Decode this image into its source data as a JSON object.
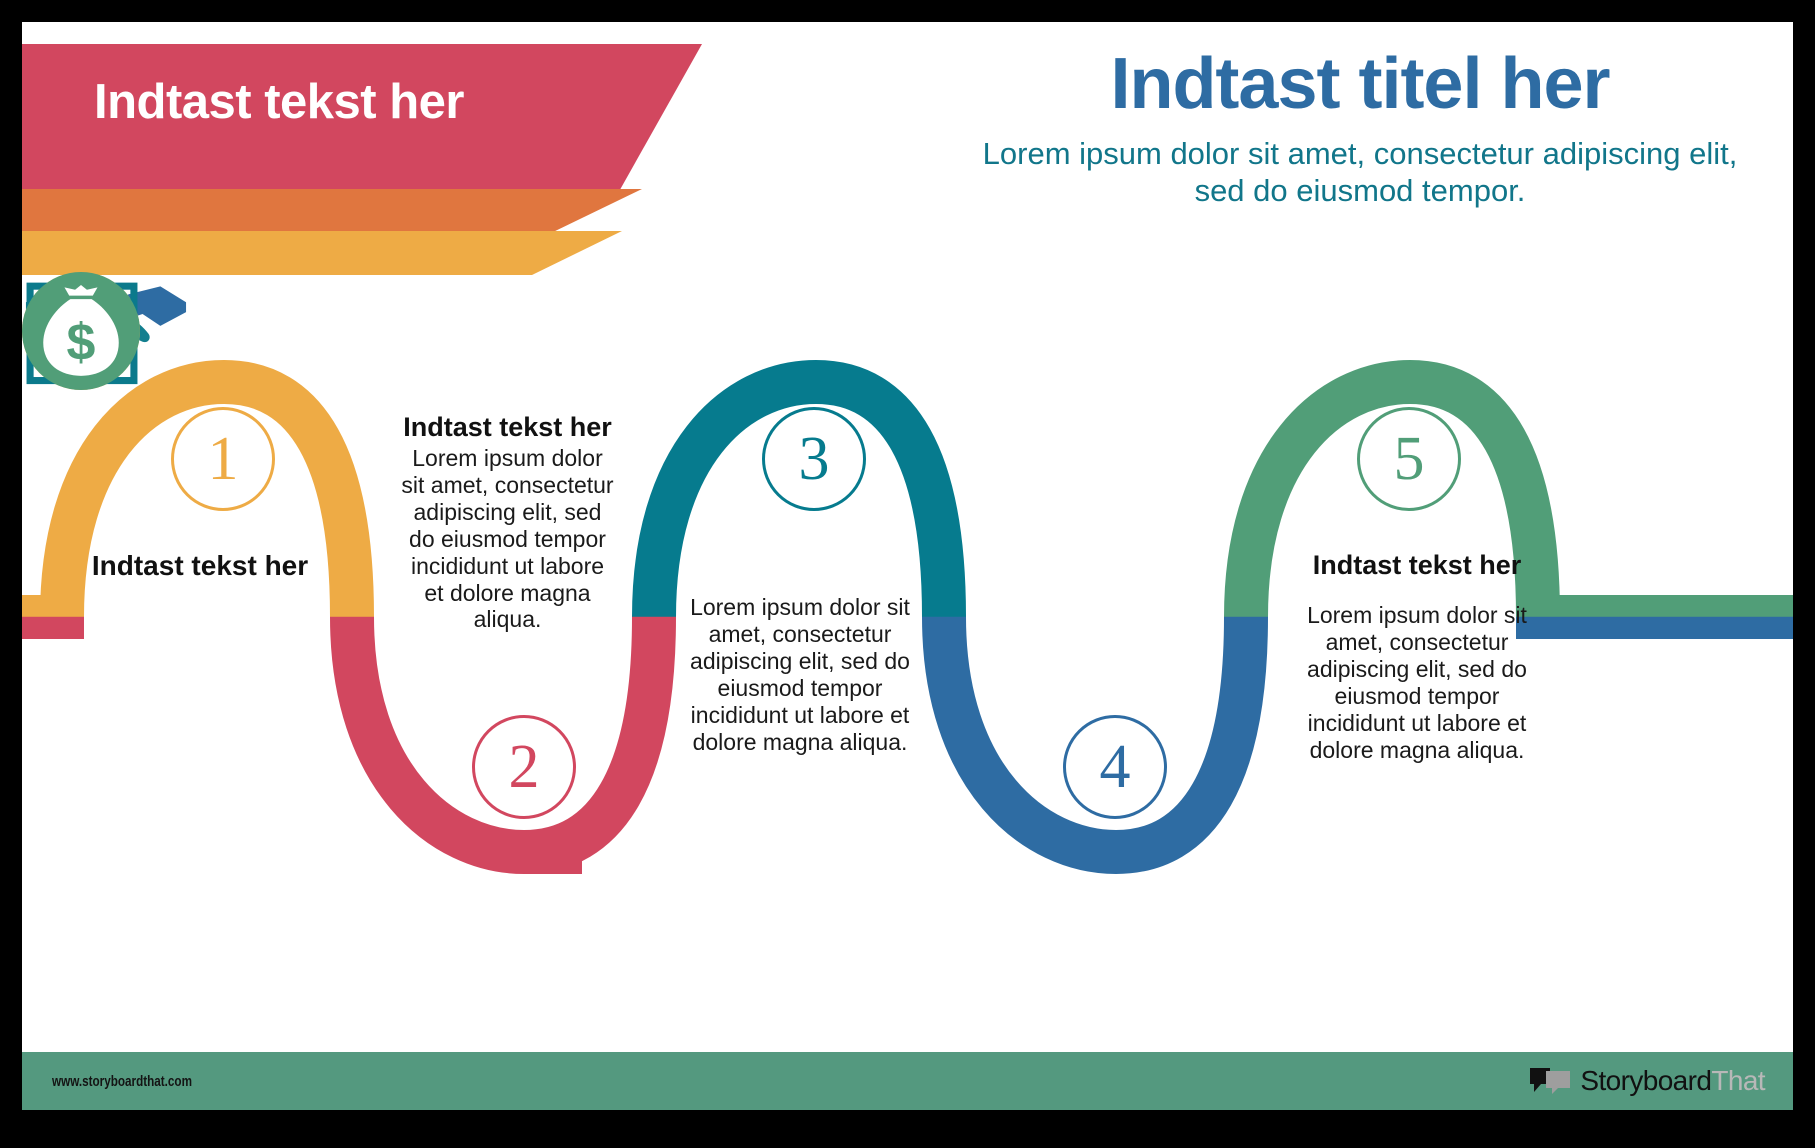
{
  "header": {
    "ribbon_text": "Indtast tekst her",
    "title": "Indtast titel her",
    "subtitle": "Lorem ipsum dolor sit amet, consectetur adipiscing elit, sed do eiusmod tempor."
  },
  "colors": {
    "step1": "#eeab45",
    "step2": "#d2475f",
    "step3": "#067b8e",
    "step4": "#2e6ca3",
    "step5": "#519e78",
    "title": "#2e6ca3",
    "subtitle": "#11768a",
    "ribbon_red": "#d2475f",
    "ribbon_orange": "#e0763f",
    "ribbon_yellow": "#eeab45",
    "footer": "#54997f"
  },
  "steps": [
    {
      "number": "1",
      "heading": "Indtast tekst her",
      "body": "",
      "icon": "lightbulb-icon",
      "color": "#eeab45"
    },
    {
      "number": "2",
      "heading": "Indtast tekst her",
      "body": "Lorem ipsum dolor sit amet, consectetur adipiscing elit, sed do eiusmod tempor incididunt ut labore et dolore magna aliqua.",
      "icon": "gear-icon",
      "color": "#d2475f"
    },
    {
      "number": "3",
      "heading": "",
      "body": "Lorem ipsum dolor sit amet, consectetur adipiscing elit, sed do eiusmod tempor incididunt ut labore et dolore magna aliqua.",
      "icon": "bar-chart-icon",
      "color": "#067b8e"
    },
    {
      "number": "4",
      "heading": "",
      "body": "",
      "icon": "handshake-icon",
      "color": "#2e6ca3"
    },
    {
      "number": "5",
      "heading": "Indtast tekst her",
      "body": "Lorem ipsum dolor sit amet, consectetur adipiscing elit, sed do eiusmod tempor incididunt ut labore et dolore magna aliqua.",
      "icon": "money-bag-icon",
      "color": "#519e78"
    }
  ],
  "footer": {
    "url": "www.storyboardthat.com",
    "logo_primary": "Storyboard",
    "logo_secondary": "That"
  }
}
